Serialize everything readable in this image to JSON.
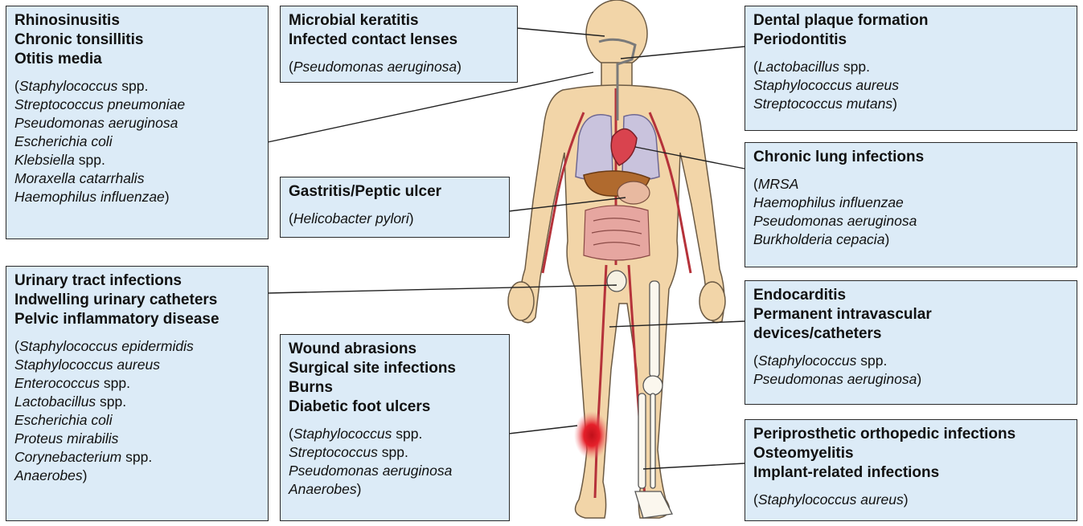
{
  "boxes": {
    "sinus": {
      "titles": [
        "Rhinosinusitis",
        "Chronic tonsillitis",
        "Otitis media"
      ],
      "lines": [
        [
          {
            "t": "(",
            "i": false
          },
          {
            "t": "Staphylococcus",
            "i": true
          },
          {
            "t": " spp.",
            "i": false
          }
        ],
        [
          {
            "t": "Streptococcus pneumoniae",
            "i": true
          }
        ],
        [
          {
            "t": "Pseudomonas aeruginosa",
            "i": true
          }
        ],
        [
          {
            "t": "Escherichia coli",
            "i": true
          }
        ],
        [
          {
            "t": "Klebsiella",
            "i": true
          },
          {
            "t": " spp.",
            "i": false
          }
        ],
        [
          {
            "t": "Moraxella catarrhalis",
            "i": true
          }
        ],
        [
          {
            "t": "Haemophilus influenzae",
            "i": true
          },
          {
            "t": ")",
            "i": false
          }
        ]
      ]
    },
    "keratitis": {
      "titles": [
        "Microbial keratitis",
        "Infected contact lenses"
      ],
      "lines": [
        [
          {
            "t": "(",
            "i": false
          },
          {
            "t": "Pseudomonas aeruginosa",
            "i": true
          },
          {
            "t": ")",
            "i": false
          }
        ]
      ]
    },
    "dental": {
      "titles": [
        "Dental plaque formation",
        "Periodontitis"
      ],
      "lines": [
        [
          {
            "t": "(",
            "i": false
          },
          {
            "t": "Lactobacillus",
            "i": true
          },
          {
            "t": " spp.",
            "i": false
          }
        ],
        [
          {
            "t": "Staphylococcus aureus",
            "i": true
          }
        ],
        [
          {
            "t": "Streptococcus mutans",
            "i": true
          },
          {
            "t": ")",
            "i": false
          }
        ]
      ]
    },
    "lung": {
      "titles": [
        "Chronic lung infections"
      ],
      "lines": [
        [
          {
            "t": "(",
            "i": false
          },
          {
            "t": "MRSA",
            "i": true
          }
        ],
        [
          {
            "t": "Haemophilus influenzae",
            "i": true
          }
        ],
        [
          {
            "t": "Pseudomonas aeruginosa",
            "i": true
          }
        ],
        [
          {
            "t": "Burkholderia cepacia",
            "i": true
          },
          {
            "t": ")",
            "i": false
          }
        ]
      ]
    },
    "gastritis": {
      "titles": [
        "Gastritis/Peptic ulcer"
      ],
      "lines": [
        [
          {
            "t": "(",
            "i": false
          },
          {
            "t": "Helicobacter pylori",
            "i": true
          },
          {
            "t": ")",
            "i": false
          }
        ]
      ]
    },
    "urinary": {
      "titles": [
        "Urinary tract infections",
        "Indwelling urinary catheters",
        "Pelvic inflammatory disease"
      ],
      "lines": [
        [
          {
            "t": "(",
            "i": false
          },
          {
            "t": "Staphylococcus epidermidis",
            "i": true
          }
        ],
        [
          {
            "t": "Staphylococcus aureus",
            "i": true
          }
        ],
        [
          {
            "t": "Enterococcus",
            "i": true
          },
          {
            "t": " spp.",
            "i": false
          }
        ],
        [
          {
            "t": "Lactobacillus",
            "i": true
          },
          {
            "t": " spp.",
            "i": false
          }
        ],
        [
          {
            "t": "Escherichia coli",
            "i": true
          }
        ],
        [
          {
            "t": "Proteus mirabilis",
            "i": true
          }
        ],
        [
          {
            "t": "Corynebacterium",
            "i": true
          },
          {
            "t": " spp.",
            "i": false
          }
        ],
        [
          {
            "t": "Anaerobes",
            "i": true
          },
          {
            "t": ")",
            "i": false
          }
        ]
      ]
    },
    "endocarditis": {
      "titles": [
        "Endocarditis",
        "Permanent intravascular",
        "devices/catheters"
      ],
      "lines": [
        [
          {
            "t": "(",
            "i": false
          },
          {
            "t": "Staphylococcus",
            "i": true
          },
          {
            "t": " spp.",
            "i": false
          }
        ],
        [
          {
            "t": "Pseudomonas aeruginosa",
            "i": true
          },
          {
            "t": ")",
            "i": false
          }
        ]
      ]
    },
    "wound": {
      "titles": [
        "Wound abrasions",
        "Surgical site infections",
        "Burns",
        "Diabetic foot ulcers"
      ],
      "lines": [
        [
          {
            "t": "(",
            "i": false
          },
          {
            "t": "Staphylococcus",
            "i": true
          },
          {
            "t": " spp.",
            "i": false
          }
        ],
        [
          {
            "t": "Streptococcus",
            "i": true
          },
          {
            "t": " spp.",
            "i": false
          }
        ],
        [
          {
            "t": "Pseudomonas aeruginosa",
            "i": true
          }
        ],
        [
          {
            "t": "Anaerobes",
            "i": true
          },
          {
            "t": ")",
            "i": false
          }
        ]
      ]
    },
    "ortho": {
      "titles": [
        "Periprosthetic orthopedic infections",
        "Osteomyelitis",
        "Implant-related infections"
      ],
      "lines": [
        [
          {
            "t": "(",
            "i": false
          },
          {
            "t": "Staphylococcus aureus",
            "i": true
          },
          {
            "t": ")",
            "i": false
          }
        ]
      ]
    }
  },
  "colors": {
    "box_fill": "#dcebf7",
    "skin": "#f2d5a8",
    "lung": "#c9c3dd",
    "heart": "#d9434e",
    "liver": "#b06a2e",
    "intestine": "#e6a6a0",
    "vessel": "#b5323a",
    "wound": "#e5202a"
  }
}
